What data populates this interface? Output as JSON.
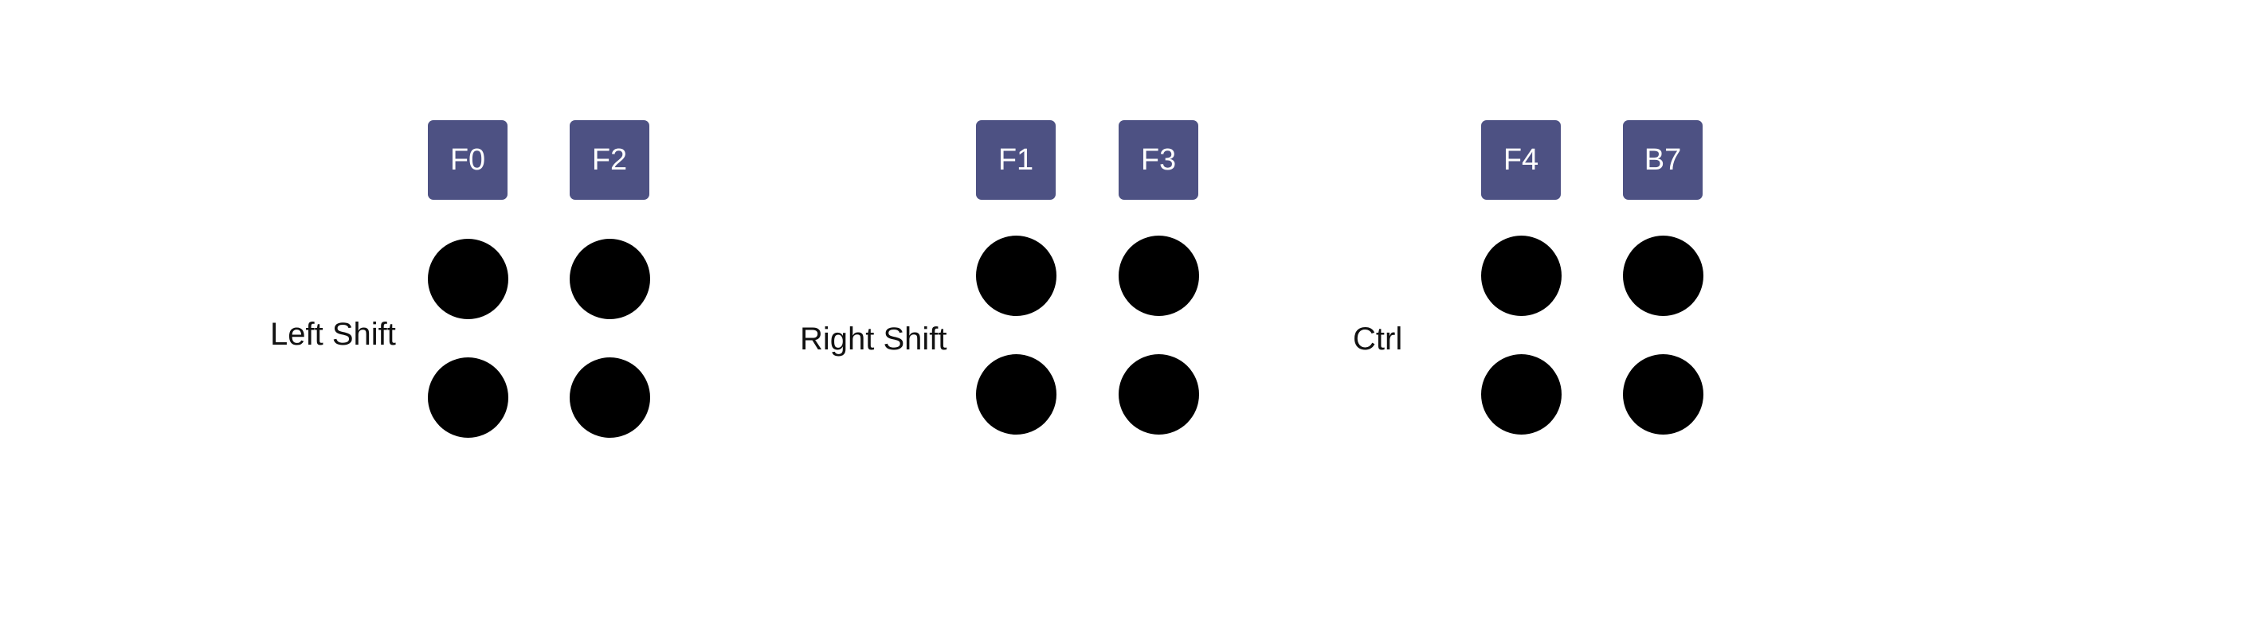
{
  "groups": [
    {
      "label": "Left Shift",
      "keys": [
        "F0",
        "F2"
      ]
    },
    {
      "label": "Right Shift",
      "keys": [
        "F1",
        "F3"
      ]
    },
    {
      "label": "Ctrl",
      "keys": [
        "F4",
        "B7"
      ]
    }
  ],
  "colors": {
    "key_fill": "#4d5183",
    "key_text": "#ffffff",
    "dot_fill": "#000000",
    "label_text": "#111111",
    "background": "#ffffff"
  }
}
